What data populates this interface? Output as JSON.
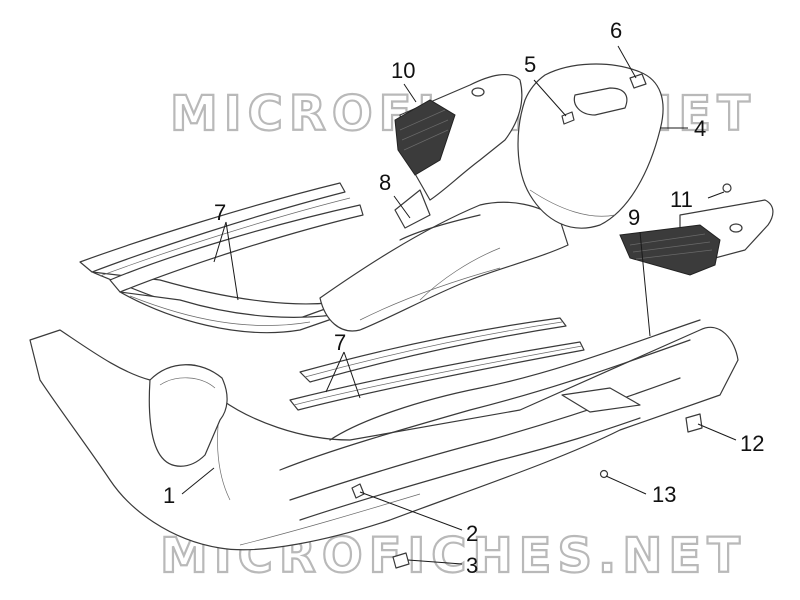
{
  "watermark_text": "MICROFICHES.NET",
  "callouts": [
    {
      "id": "1",
      "label": "1"
    },
    {
      "id": "2",
      "label": "2"
    },
    {
      "id": "3",
      "label": "3"
    },
    {
      "id": "4",
      "label": "4"
    },
    {
      "id": "5",
      "label": "5"
    },
    {
      "id": "6",
      "label": "6"
    },
    {
      "id": "7a",
      "label": "7"
    },
    {
      "id": "7b",
      "label": "7"
    },
    {
      "id": "8",
      "label": "8"
    },
    {
      "id": "9",
      "label": "9"
    },
    {
      "id": "10",
      "label": "10"
    },
    {
      "id": "11",
      "label": "11"
    },
    {
      "id": "12",
      "label": "12"
    },
    {
      "id": "13",
      "label": "13"
    }
  ]
}
